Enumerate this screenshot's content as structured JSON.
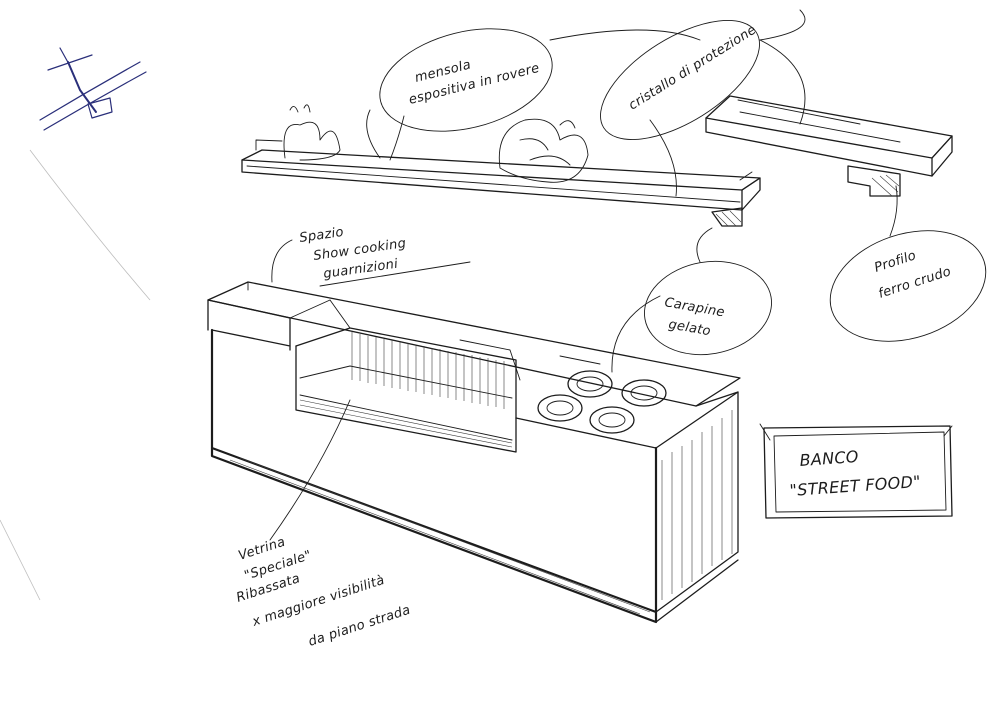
{
  "annotations": {
    "mensola": [
      "mensola",
      "espositiva in rovere"
    ],
    "cristallo": "cristallo di protezione",
    "spazio": [
      "Spazio",
      "Show cooking",
      "guarnizioni"
    ],
    "carapine": [
      "Carapine",
      "gelato"
    ],
    "profilo": [
      "Profilo",
      "ferro crudo"
    ],
    "vetrina": [
      "Vetrina",
      "\"Speciale\"",
      "Ribassata",
      "x maggiore visibilità",
      "da piano strada"
    ]
  },
  "title_box": {
    "line1": "BANCO",
    "line2": "\"STREET FOOD\""
  }
}
